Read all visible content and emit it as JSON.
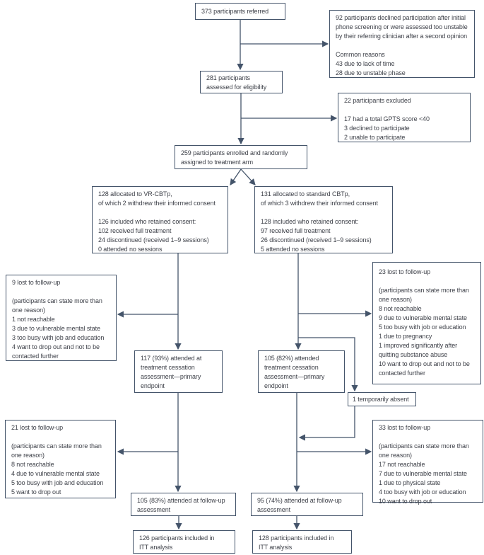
{
  "title": "Participant flow diagram",
  "colors": {
    "border": "#44546A",
    "line": "#44546A",
    "text": "#3E4149",
    "background": "#FFFFFF"
  },
  "boxes": {
    "referred": {
      "lines": [
        "373 participants referred"
      ]
    },
    "declined": {
      "lines": [
        "92 participants declined participation after initial",
        "phone screening or were assessed too unstable",
        "by their referring clinician after a second opinion",
        "",
        "Common reasons",
        "43 due to lack of time",
        "28 due to unstable phase"
      ]
    },
    "eligibility": {
      "lines": [
        "281 participants",
        "assessed for eligibility"
      ]
    },
    "excluded": {
      "lines": [
        "22 participants excluded",
        "",
        "17 had a total GPTS score <40",
        "3 declined to participate",
        "2 unable to participate"
      ]
    },
    "enrolled": {
      "lines": [
        "259 participants enrolled and randomly",
        "assigned to treatment arm"
      ]
    },
    "vr_allocation": {
      "lines": [
        "128 allocated to VR-CBTp,",
        "of which 2 withdrew their informed consent",
        "",
        "126 included who retained consent:",
        "102 received full treatment",
        "24 discontinued (received 1–9 sessions)",
        "0 attended no sessions"
      ]
    },
    "std_allocation": {
      "lines": [
        "131 allocated to standard CBTp,",
        "of which 3 withdrew their informed consent",
        "",
        "128 included who retained consent:",
        "97 received full treatment",
        "26 discontinued (received 1–9 sessions)",
        "5 attended no sessions"
      ]
    },
    "lost_vr_1": {
      "lines": [
        "9 lost to follow-up",
        "",
        "(participants can state more than",
        "one reason)",
        "1 not reachable",
        "3 due to vulnerable mental state",
        "3 too busy with job and education",
        "4 want to drop out and not to be",
        "contacted further"
      ]
    },
    "lost_std_1": {
      "lines": [
        "23 lost to follow-up",
        "",
        "(participants can state more than",
        "one reason)",
        "8 not reachable",
        "9 due to vulnerable mental state",
        "5 too busy with job or education",
        "1 due to pregnancy",
        "1 improved significantly after",
        "quitting substance abuse",
        "10 want to drop out and not to be",
        "contacted further"
      ]
    },
    "attended_vr_cessation": {
      "lines": [
        "117 (93%) attended at",
        "treatment cessation",
        "assessment—primary",
        "endpoint"
      ]
    },
    "attended_std_cessation": {
      "lines": [
        "105 (82%) attended",
        "treatment cessation",
        "assessment—primary",
        "endpoint"
      ]
    },
    "temporarily_absent": {
      "lines": [
        "1 temporarily absent"
      ]
    },
    "lost_vr_2": {
      "lines": [
        "21 lost to follow-up",
        "",
        "(participants can state more than",
        "one reason)",
        "8 not reachable",
        "4 due to vulnerable mental state",
        "5 too busy with job and education",
        "5 want to drop out"
      ]
    },
    "lost_std_2": {
      "lines": [
        "33 lost to follow-up",
        "",
        "(participants can state more than",
        "one reason)",
        "17 not reachable",
        "7 due to vulnerable mental state",
        "1 due to physical state",
        "4 too busy with job or education",
        "10 want to drop out"
      ]
    },
    "attended_vr_followup": {
      "lines": [
        "105 (83%) attended at follow-up",
        "assessment"
      ]
    },
    "attended_std_followup": {
      "lines": [
        "95 (74%) attended at follow-up",
        "assessment"
      ]
    },
    "itt_vr": {
      "lines": [
        "126 participants included in",
        "ITT analysis"
      ]
    },
    "itt_std": {
      "lines": [
        "128 participants included in",
        "ITT analysis"
      ]
    }
  }
}
